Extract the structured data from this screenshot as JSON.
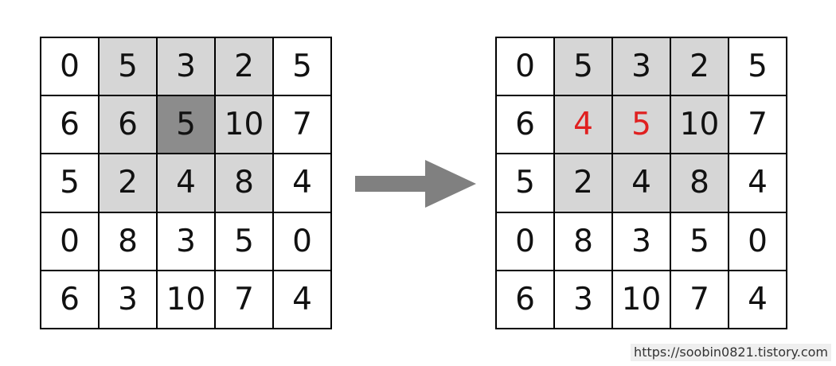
{
  "colors": {
    "background": "#ffffff",
    "cell": "#ffffff",
    "window": "#d6d6d6",
    "center": "#8c8c8c",
    "highlight_text": "#e02020",
    "text": "#111111",
    "arrow": "#808080"
  },
  "grid_before": {
    "rows": [
      [
        "0",
        "5",
        "3",
        "2",
        "5"
      ],
      [
        "6",
        "6",
        "5",
        "10",
        "7"
      ],
      [
        "5",
        "2",
        "4",
        "8",
        "4"
      ],
      [
        "0",
        "8",
        "3",
        "5",
        "0"
      ],
      [
        "6",
        "3",
        "10",
        "7",
        "4"
      ]
    ],
    "window": {
      "rows": [
        0,
        2
      ],
      "cols": [
        1,
        3
      ]
    },
    "center": [
      1,
      2
    ],
    "red_cells": []
  },
  "grid_after": {
    "rows": [
      [
        "0",
        "5",
        "3",
        "2",
        "5"
      ],
      [
        "6",
        "4",
        "5",
        "10",
        "7"
      ],
      [
        "5",
        "2",
        "4",
        "8",
        "4"
      ],
      [
        "0",
        "8",
        "3",
        "5",
        "0"
      ],
      [
        "6",
        "3",
        "10",
        "7",
        "4"
      ]
    ],
    "window": {
      "rows": [
        0,
        2
      ],
      "cols": [
        1,
        3
      ]
    },
    "center": null,
    "red_cells": [
      [
        1,
        1
      ],
      [
        1,
        2
      ]
    ]
  },
  "arrow_icon": "right-arrow-icon",
  "watermark": "https://soobin0821.tistory.com"
}
